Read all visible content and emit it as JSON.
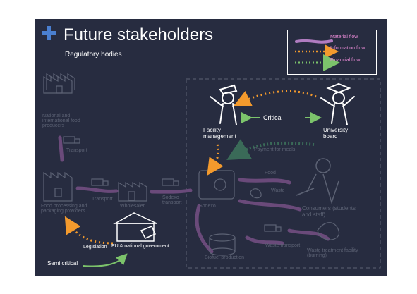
{
  "slide": {
    "title": "Future stakeholders",
    "subtitle": "Regulatory bodies"
  },
  "legend": {
    "material_flow": "Material flow",
    "information_flow": "Information flow",
    "financial_flow": "Financial flow"
  },
  "colors": {
    "background": "#272c40",
    "material": "#b07cc0",
    "information": "#f39a2d",
    "financial": "#7cc36b",
    "accent_plus": "#4a7fd0"
  },
  "nodes": {
    "food_producers": "National and international food producers",
    "transport_top": "Transport",
    "food_processing": "Food processing and packaging providers",
    "transport_mid": "Transport",
    "wholesaler": "Wholesaler",
    "sodexo_transport": "Sodexo transport",
    "sodexo": "Sodexo",
    "food": "Food",
    "waste": "Waste",
    "consumers": "Consumers (students and staff)",
    "payment": "Payment for meals",
    "facility_management": "Facility management",
    "university_board": "University board",
    "critical": "Critical",
    "legislation": "Legislation",
    "government": "EU & national government",
    "semi_critical": "Semi critical",
    "biofuel": "Biofuel production",
    "waste_transport": "Waste transport",
    "waste_treatment": "Waste treatment facility (burning)"
  }
}
